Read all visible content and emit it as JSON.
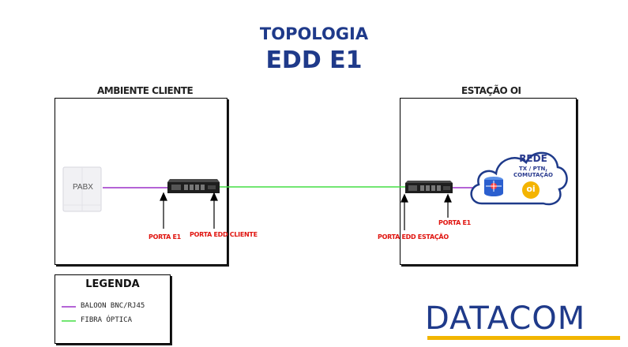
{
  "title": {
    "line1": "TOPOLOGIA",
    "line2": "EDD E1"
  },
  "areas": {
    "client": "AMBIENTE CLIENTE",
    "station": "ESTAÇÃO OI"
  },
  "devices": {
    "pabx": "PABX"
  },
  "ports": {
    "client_e1": "PORTA E1",
    "client_edd": "PORTA EDD CLIENTE",
    "station_edd": "PORTA EDD ESTAÇÃO",
    "station_e1": "PORTA E1"
  },
  "cloud": {
    "line1": "REDE",
    "line2": "TX / PTN,",
    "line3": "COMUTAÇÃO",
    "brand": "oi"
  },
  "legend": {
    "title": "LEGENDA",
    "items": [
      {
        "label": "BALOON BNC/RJ45",
        "color": "#9b30c8"
      },
      {
        "label": "FIBRA ÓPTICA",
        "color": "#44dd44"
      }
    ]
  },
  "logo": "DATACOM",
  "colors": {
    "title": "#1f3a8a",
    "port_label": "#e0140f",
    "cable_balun": "#9b30c8",
    "cable_fiber": "#44dd44",
    "logo_accent": "#f2b500"
  }
}
